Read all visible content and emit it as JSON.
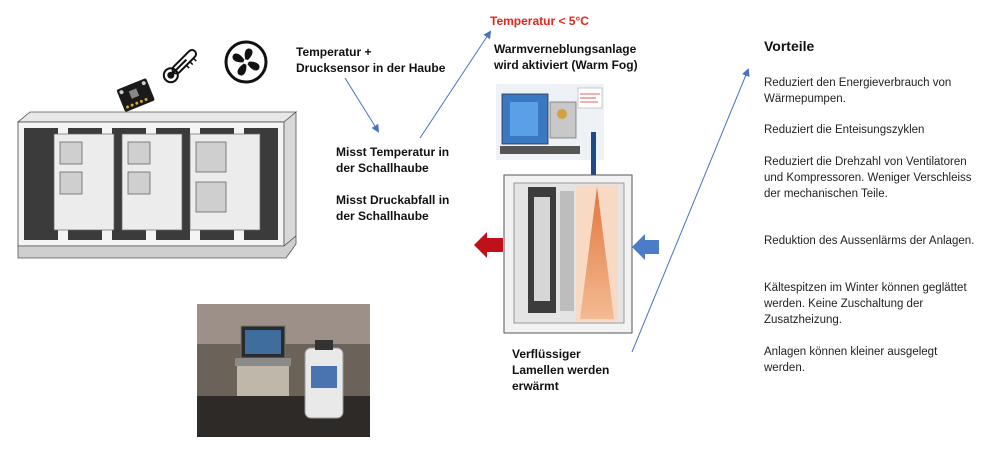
{
  "labels": {
    "sensor": "Temperatur + Drucksensor in der Haube",
    "threshold": "Temperatur < 5°C",
    "fog": "Warmverneblungsanlage wird aktiviert (Warm Fog)",
    "measure_temp": "Misst Temperatur in der Schallhaube",
    "measure_pressure": "Misst Druckabfall in der Schallhaube",
    "condenser": "Verflüssiger Lamellen werden erwärmt"
  },
  "advantages": {
    "title": "Vorteile",
    "items": [
      "Reduziert den Energieverbrauch von Wärmepumpen.",
      "Reduziert die Enteisungszyklen",
      "Reduziert die Drehzahl von Ventilatoren und Kompressoren. Weniger Verschleiss der mechanischen Teile.",
      "Reduktion des Aussenlärms der Anlagen.",
      "Kältespitzen im Winter können geglättet werden. Keine Zuschaltung der Zusatzheizung.",
      "Anlagen können kleiner ausgelegt werden."
    ]
  },
  "colors": {
    "accent_red": "#e3261b",
    "arrow_blue": "#4a7cc7",
    "arrow_red": "#c0101a",
    "line_blue": "#4a72c0"
  },
  "icons": [
    "sensor-chip-icon",
    "thermometer-icon",
    "fan-icon"
  ]
}
